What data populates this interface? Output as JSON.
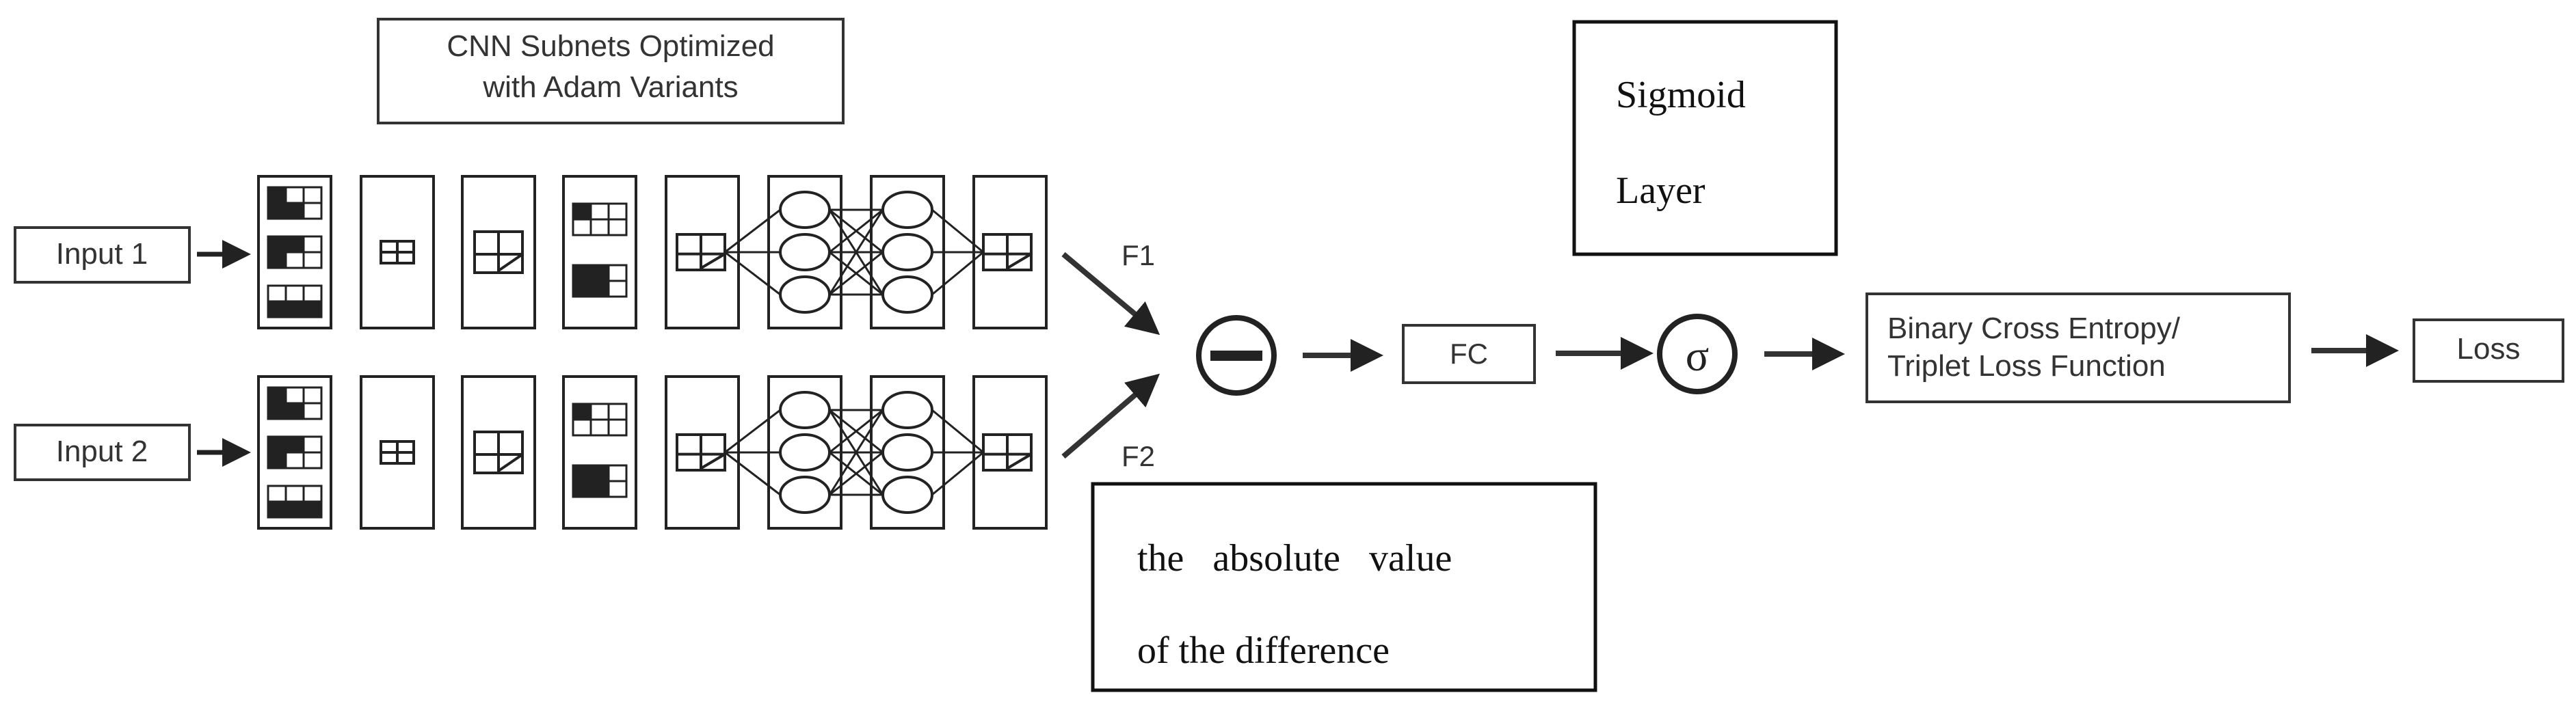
{
  "header_box": {
    "line1": "CNN Subnets Optimized",
    "line2": "with Adam Variants"
  },
  "inputs": {
    "input1": "Input 1",
    "input2": "Input 2"
  },
  "branch_labels": {
    "f1": "F1",
    "f2": "F2"
  },
  "difference_symbol": "−",
  "absolute_box": {
    "line1": "the   absolute   value",
    "line2": "of the difference"
  },
  "fc_label": "FC",
  "sigmoid_symbol": "σ",
  "sigmoid_box": {
    "line1": "Sigmoid",
    "line2": "Layer"
  },
  "loss_function": {
    "line1": "Binary Cross Entropy/",
    "line2": "Triplet Loss Function"
  },
  "loss_label": "Loss"
}
